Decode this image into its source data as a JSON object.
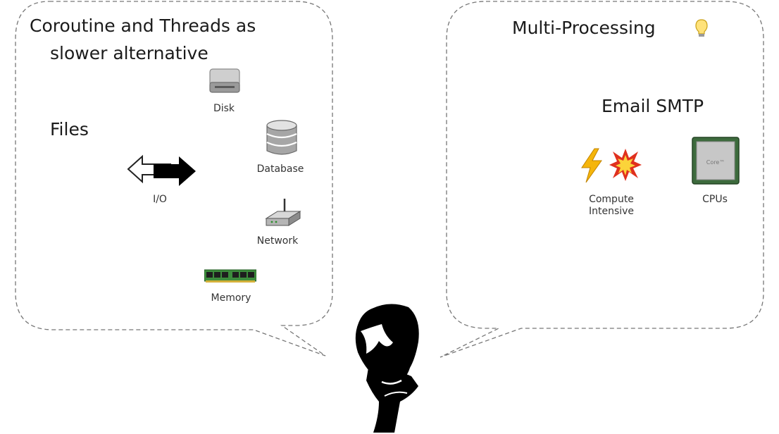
{
  "left_bubble": {
    "title_line1": "Coroutine and Threads as",
    "title_line2": "slower alternative",
    "files_label": "Files",
    "io_label": "I/O",
    "disk_label": "Disk",
    "database_label": "Database",
    "network_label": "Network",
    "memory_label": "Memory"
  },
  "right_bubble": {
    "title": "Multi-Processing",
    "title_icon": "lightbulb-icon",
    "email_label": "Email SMTP",
    "compute_label_line1": "Compute",
    "compute_label_line2": "Intensive",
    "cpu_label": "CPUs",
    "cpu_chip_text": "Core™"
  },
  "figure": {
    "icon": "thinking-person-silhouette"
  },
  "colors": {
    "outline": "#777777",
    "ink": "#000000",
    "bolt": "#f5b50b",
    "boom": "#e0301e",
    "memory": "#3c8c3c"
  }
}
